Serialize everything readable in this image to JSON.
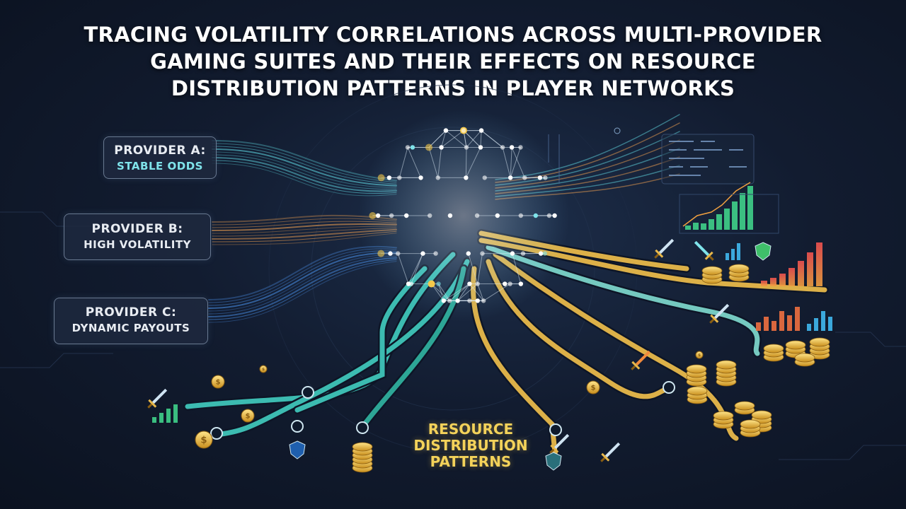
{
  "title": {
    "line1": "TRACING VOLATILITY CORRELATIONS ACROSS MULTI-PROVIDER",
    "line2": "GAMING SUITES AND THEIR EFFECTS ON RESOURCE",
    "line3": "DISTRIBUTION PATTERNS IN PLAYER NETWORKS"
  },
  "providers": [
    {
      "name": "PROVIDER A:",
      "trait": "STABLE ODDS",
      "color": "#5fd6e0"
    },
    {
      "name": "PROVIDER B:",
      "trait": "HIGH VOLATILITY",
      "color": "#f0a050"
    },
    {
      "name": "PROVIDER C:",
      "trait": "DYNAMIC PAYOUTS",
      "color": "#4a90e8"
    }
  ],
  "center_label": {
    "line1": "RESOURCE",
    "line2": "DISTRIBUTION",
    "line3": "PATTERNS"
  },
  "palette": {
    "background": "#121c30",
    "accent_teal": "#3fc4b8",
    "accent_gold": "#e8b84a",
    "accent_orange": "#f08a3c",
    "accent_blue": "#4a90e8",
    "accent_purple": "#8a6cf0"
  },
  "icons": [
    "network-sphere-icon",
    "sword-icon",
    "coin-stack-icon",
    "bar-chart-icon",
    "shield-icon",
    "dollar-coin-icon"
  ]
}
